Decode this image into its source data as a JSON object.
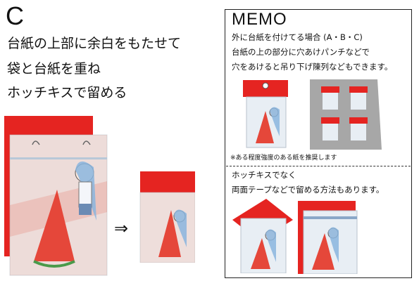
{
  "left": {
    "letter": "C",
    "lines": [
      "台紙の上部に余白をもたせて",
      "袋と台紙を重ね",
      "ホッチキスで留める"
    ],
    "arrow": "⇒"
  },
  "memo": {
    "title": "MEMO",
    "lines": [
      "外に台紙を付けてる場合 (A・B・C)",
      "台紙の上の部分に穴あけパンチなどで",
      "穴をあけると吊り下げ陳列などもできます。"
    ],
    "note": "※ある程度強度のある紙を推奨します",
    "lines2": [
      "ホッチキスでなく",
      "両面テープなどで留める方法もあります。"
    ]
  },
  "colors": {
    "red": "#e52421",
    "pink": "#f2b3a6",
    "bag": "#e8eef4",
    "gray": "#a7a7a7"
  }
}
